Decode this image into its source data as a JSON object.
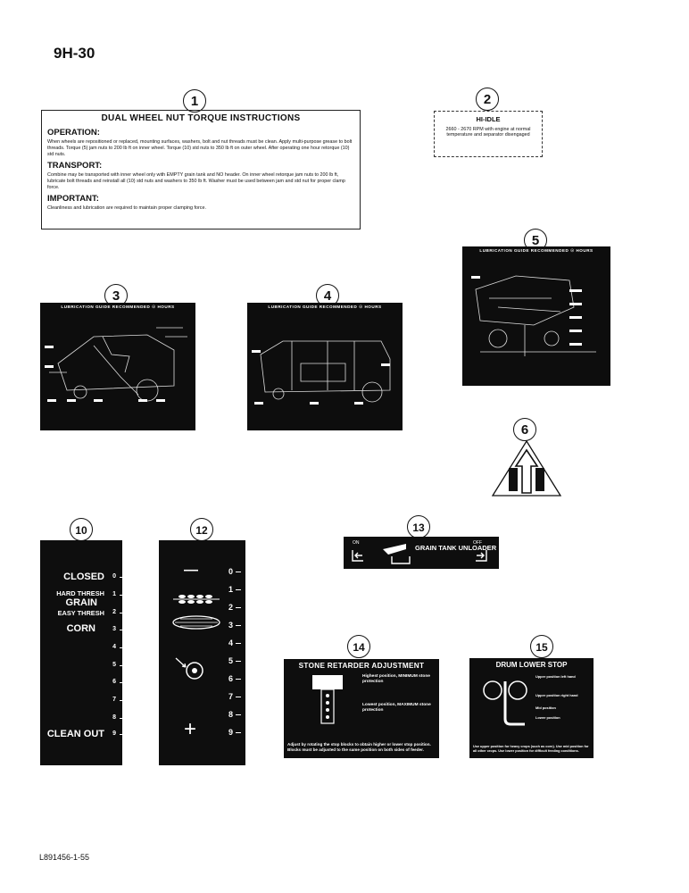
{
  "page_number": "9H-30",
  "footer_code": "L891456-1-55",
  "callouts": [
    "1",
    "2",
    "3",
    "4",
    "5",
    "6",
    "10",
    "12",
    "13",
    "14",
    "15"
  ],
  "decal1": {
    "title": "DUAL WHEEL NUT TORQUE INSTRUCTIONS",
    "operation_heading": "OPERATION:",
    "operation_text": "When wheels are repositioned or replaced, mounting surfaces, washers, bolt and nut threads must be clean. Apply multi-purpose grease to bolt threads. Torque (5) jam nuts to 200 lb ft on inner wheel. Torque (10) std nuts to 350 lb ft on outer wheel. After operating one hour retorque (10) std nuts.",
    "transport_heading": "TRANSPORT:",
    "transport_text": "Combine may be transported with inner wheel only with EMPTY grain tank and NO header. On inner wheel retorque jam nuts to 200 lb ft, lubricate bolt threads and reinstall all (10) std nuts and washers to 350 lb ft. Washer must be used between jam and std nut for proper clamp force.",
    "important_heading": "IMPORTANT:",
    "important_text": "Cleanliness and lubrication are required to maintain proper clamping force."
  },
  "decal2": {
    "title": "HI-IDLE",
    "text": "2660 - 2670 RPM with engine at normal temperature and separator disengaged"
  },
  "lube_header": "LUBRICATION GUIDE RECOMMENDED ☉ HOURS",
  "decal10": {
    "labels": [
      "CLOSED",
      "HARD THRESH",
      "GRAIN",
      "EASY THRESH",
      "CORN",
      "CLEAN OUT"
    ],
    "numbers": [
      "0",
      "1",
      "2",
      "3",
      "4",
      "5",
      "6",
      "7",
      "8",
      "9"
    ]
  },
  "decal12": {
    "numbers": [
      "0",
      "1",
      "2",
      "3",
      "4",
      "5",
      "6",
      "7",
      "8",
      "9"
    ],
    "minus": "—",
    "plus": "+"
  },
  "decal13": {
    "on": "ON",
    "off": "OFF",
    "title": "GRAIN TANK UNLOADER"
  },
  "decal14": {
    "title": "STONE RETARDER ADJUSTMENT",
    "high": "Highest position, MINIMUM stone protection",
    "low": "Lowest position, MAXIMUM stone protection",
    "footer": "Adjust by rotating the stop blocks to obtain higher or lower stop position. Blocks must be adjusted to the same position on both sides of feeder."
  },
  "decal15": {
    "title": "DRUM LOWER STOP",
    "p1": "Upper position left hand",
    "p2": "Upper position right hand",
    "p3": "Mid position",
    "p4": "Lower position",
    "footer": "Use upper position for heavy crops (such as corn). Use mid position for all other crops. Use lower position for difficult feeding conditions."
  }
}
